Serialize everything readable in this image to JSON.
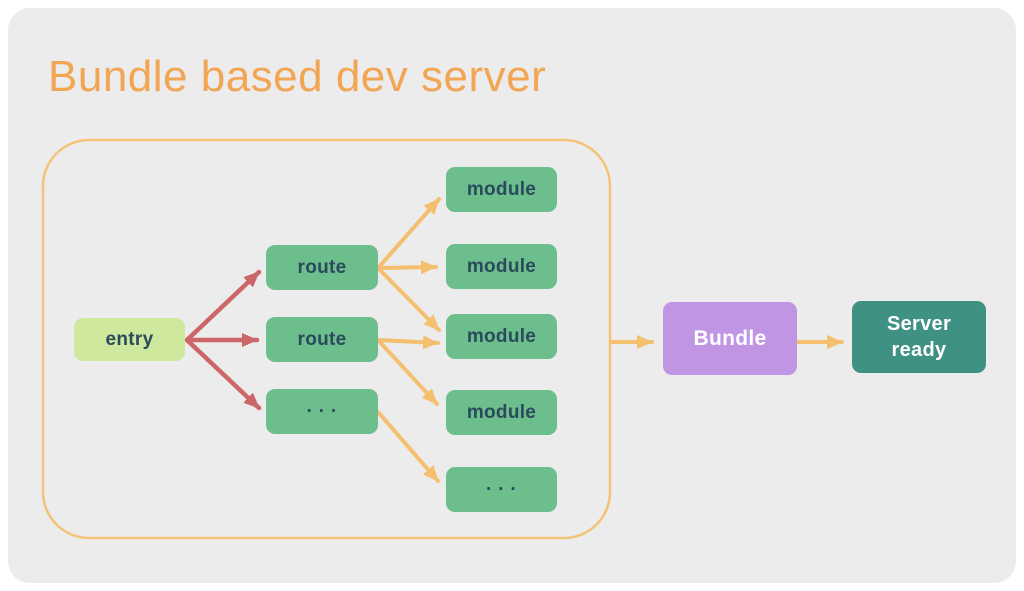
{
  "title": "Bundle based dev server",
  "colors": {
    "page_bg": "#FFFFFF",
    "card_bg": "#ECECEC",
    "title": "#F2A553",
    "outline": "#F4C377",
    "arrow_orange": "#F4BF6E",
    "arrow_red": "#CC6668",
    "node_green": "#6CBE8D",
    "node_entry": "#CEE89E",
    "node_bundle": "#C096E4",
    "node_server": "#3F9183",
    "text_dark": "#2B4A5C",
    "text_light": "#FFFFFF"
  },
  "nodes": {
    "entry": {
      "label": "entry"
    },
    "routes": [
      {
        "label": "route"
      },
      {
        "label": "route"
      },
      {
        "label": "· · ·"
      }
    ],
    "modules": [
      {
        "label": "module"
      },
      {
        "label": "module"
      },
      {
        "label": "module"
      },
      {
        "label": "module"
      },
      {
        "label": "· · ·"
      }
    ],
    "bundle": {
      "label": "Bundle"
    },
    "server": {
      "label": "Server\nready"
    }
  },
  "edges": [
    {
      "from": "entry",
      "to": "route-1",
      "color": "red"
    },
    {
      "from": "entry",
      "to": "route-2",
      "color": "red"
    },
    {
      "from": "entry",
      "to": "route-3",
      "color": "red"
    },
    {
      "from": "route-1",
      "to": "module-1",
      "color": "orange"
    },
    {
      "from": "route-1",
      "to": "module-2",
      "color": "orange"
    },
    {
      "from": "route-1",
      "to": "module-3",
      "color": "orange"
    },
    {
      "from": "route-2",
      "to": "module-3",
      "color": "orange"
    },
    {
      "from": "route-2",
      "to": "module-4",
      "color": "orange"
    },
    {
      "from": "route-3",
      "to": "module-5",
      "color": "orange"
    },
    {
      "from": "graph-container",
      "to": "bundle",
      "color": "orange"
    },
    {
      "from": "bundle",
      "to": "server-ready",
      "color": "orange"
    }
  ]
}
